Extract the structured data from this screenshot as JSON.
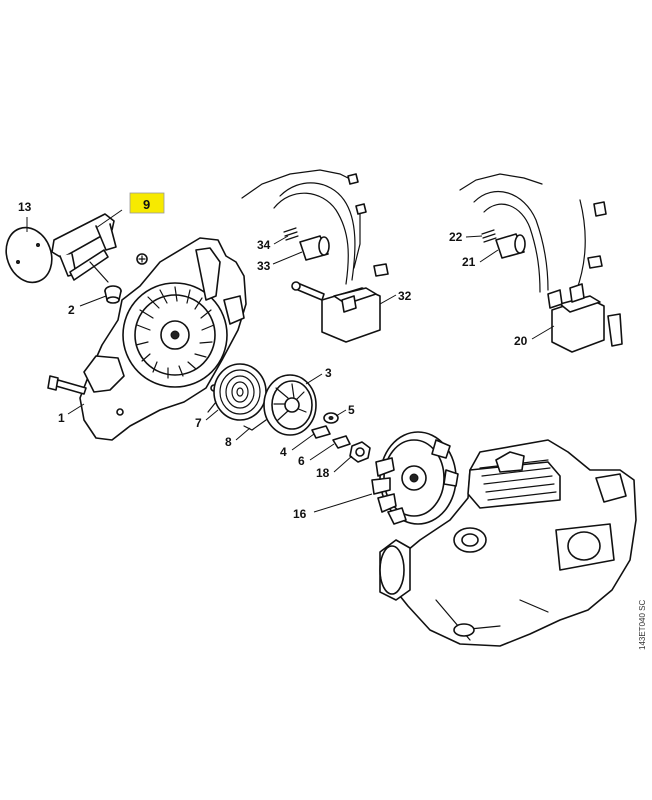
{
  "highlight_color": "#f7ea00",
  "callouts": [
    {
      "id": "13",
      "label": "13"
    },
    {
      "id": "9",
      "label": "9",
      "highlighted": true
    },
    {
      "id": "2",
      "label": "2"
    },
    {
      "id": "1",
      "label": "1"
    },
    {
      "id": "34",
      "label": "34"
    },
    {
      "id": "33",
      "label": "33"
    },
    {
      "id": "32",
      "label": "32"
    },
    {
      "id": "22",
      "label": "22"
    },
    {
      "id": "21",
      "label": "21"
    },
    {
      "id": "20",
      "label": "20"
    },
    {
      "id": "3",
      "label": "3"
    },
    {
      "id": "7",
      "label": "7"
    },
    {
      "id": "8",
      "label": "8"
    },
    {
      "id": "5",
      "label": "5"
    },
    {
      "id": "4",
      "label": "4"
    },
    {
      "id": "6",
      "label": "6"
    },
    {
      "id": "18",
      "label": "18"
    },
    {
      "id": "16",
      "label": "16"
    }
  ],
  "figure_code": "143ET040 SC"
}
